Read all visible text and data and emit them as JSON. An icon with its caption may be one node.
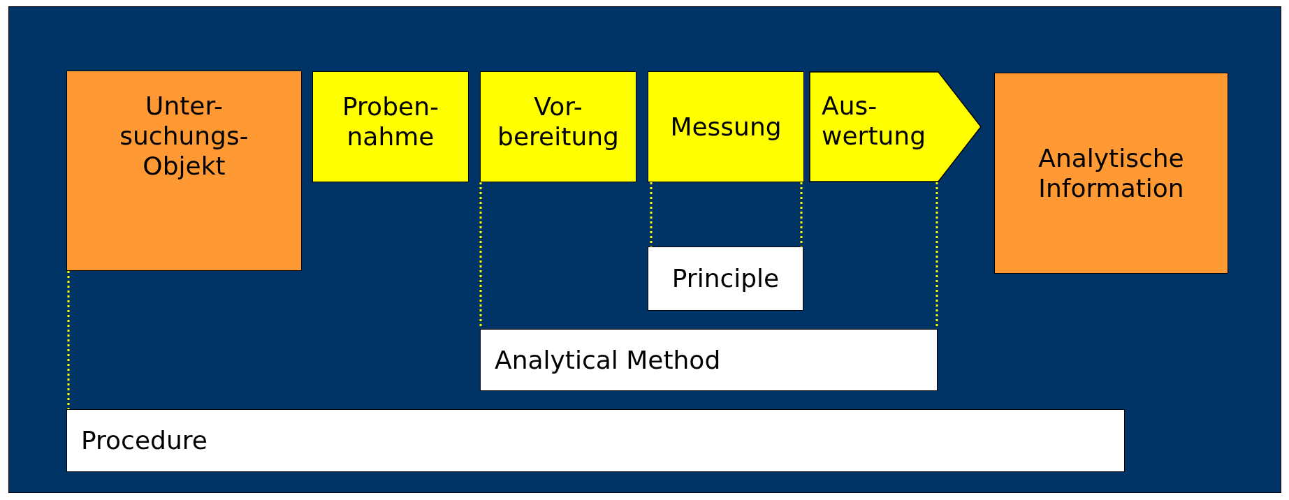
{
  "diagram": {
    "nodes": [
      {
        "text": [
          "Unter- suchungs- Objekt"
        ]
      },
      {
        "text": [
          "Proben- nahme"
        ]
      },
      {
        "text": [
          "Vor- bereitung"
        ]
      },
      {
        "text": [
          "Messung"
        ]
      },
      {
        "text": [
          "Aus- wertung"
        ]
      },
      {
        "text": [
          "Analytische Information"
        ]
      },
      {
        "text": [
          "Principle"
        ]
      },
      {
        "text": [
          "Analytical Method"
        ]
      },
      {
        "text": [
          "Procedure"
        ]
      }
    ],
    "edges": [
      {
        "from": 0,
        "to": 8,
        "arrow": "none",
        "style": "dashed"
      },
      {
        "from": 2,
        "to": 7,
        "arrow": "none",
        "style": "dashed"
      },
      {
        "from": 3,
        "to": 6,
        "arrow": "none",
        "style": "dashed"
      },
      {
        "from": 3,
        "to": 6,
        "arrow": "none",
        "style": "dashed"
      },
      {
        "from": 4,
        "to": 7,
        "arrow": "none",
        "style": "dashed"
      }
    ]
  }
}
